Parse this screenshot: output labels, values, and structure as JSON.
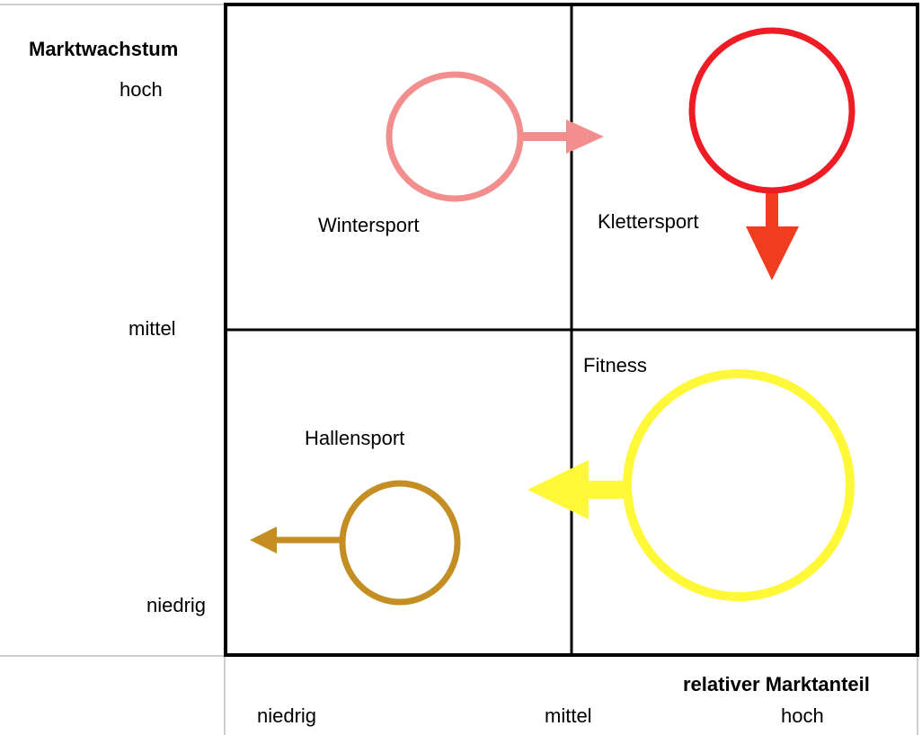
{
  "y_axis": {
    "title": "Marktwachstum",
    "levels": [
      "hoch",
      "mittel",
      "niedrig"
    ]
  },
  "x_axis": {
    "title": "relativer Marktanteil",
    "levels": [
      "niedrig",
      "mittel",
      "hoch"
    ]
  },
  "bubbles": [
    {
      "name": "Wintersport",
      "color": "#F28E8E",
      "arrow_direction": "right"
    },
    {
      "name": "Klettersport",
      "color": "#EE1C24",
      "arrow_color": "#F23C20",
      "arrow_direction": "down"
    },
    {
      "name": "Fitness",
      "color": "#FFF838",
      "arrow_direction": "left"
    },
    {
      "name": "Hallensport",
      "color": "#C48E22",
      "arrow_direction": "left"
    }
  ]
}
